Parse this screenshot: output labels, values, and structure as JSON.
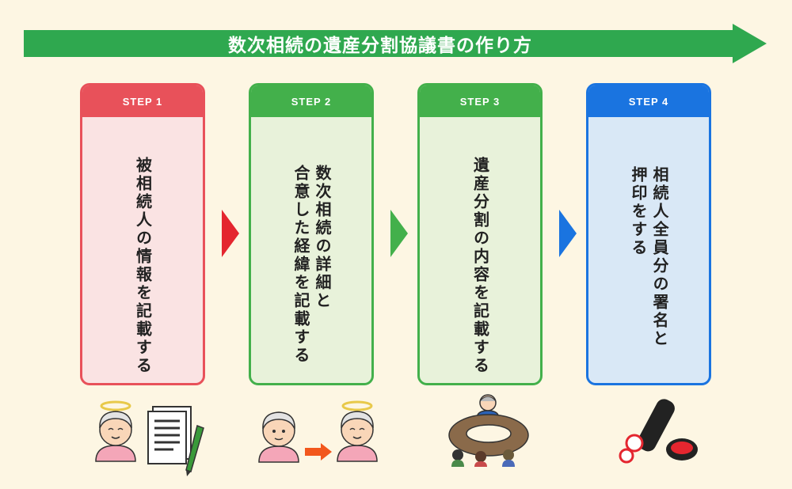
{
  "title": "数次相続の遺産分割協議書の作り方",
  "colors": {
    "banner": "#2fa84f",
    "step1": "#e8515a",
    "step2": "#43b04b",
    "step3": "#43b04b",
    "step4": "#1a74e0",
    "background": "#fdf6e3"
  },
  "steps": [
    {
      "label": "STEP 1",
      "text": "被相続人の情報を記載する"
    },
    {
      "label": "STEP 2",
      "text": "数次相続の詳細と\n合意した経緯を記載する"
    },
    {
      "label": "STEP 3",
      "text": "遺産分割の内容を記載する"
    },
    {
      "label": "STEP 4",
      "text": "相続人全員分の署名と\n押印をする"
    }
  ],
  "icons": [
    "deceased-grandmother-icon",
    "document-pen-icon",
    "grandmother-icon",
    "orange-arrow-icon",
    "deceased-grandmother-icon",
    "family-meeting-table-icon",
    "hanko-seal-icon"
  ]
}
